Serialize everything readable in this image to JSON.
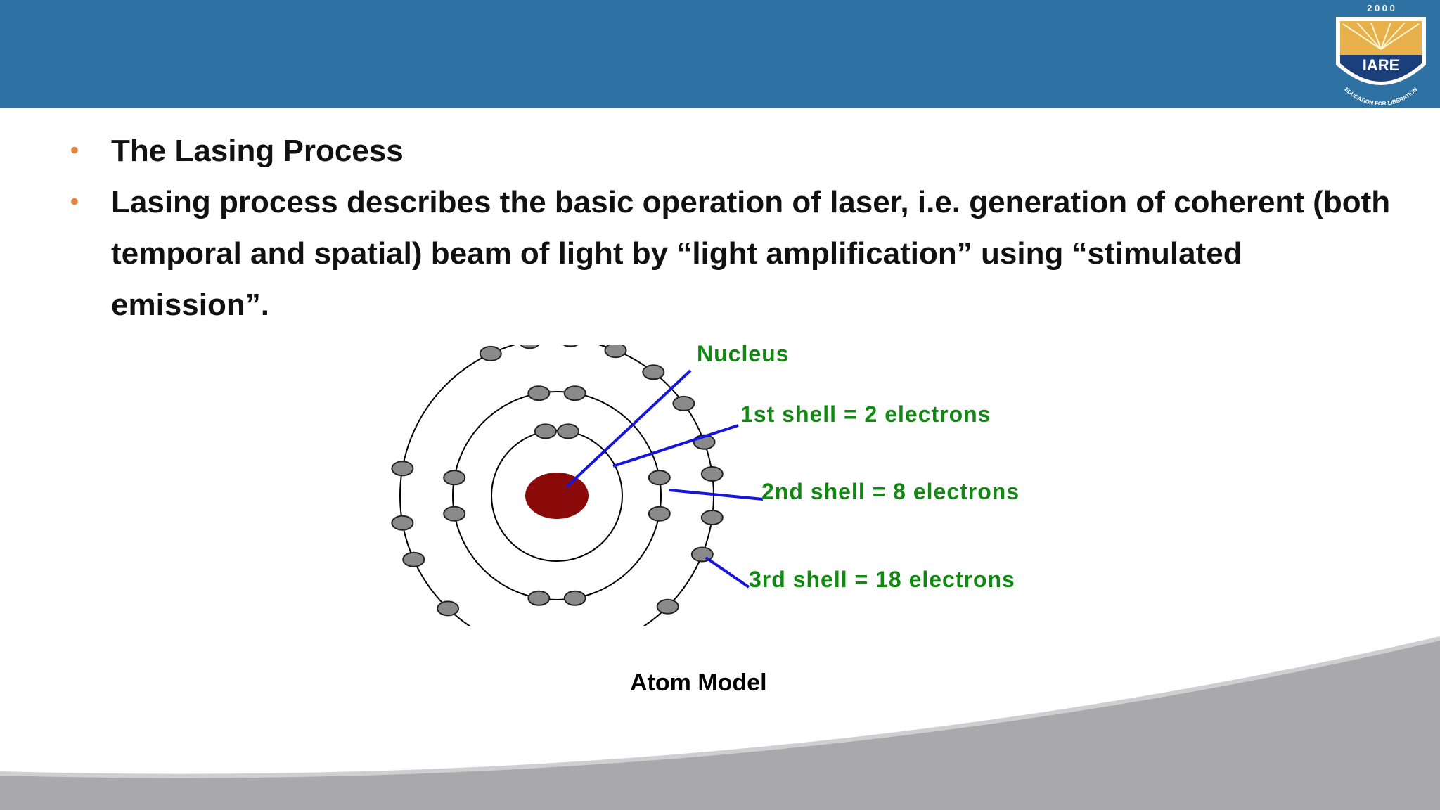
{
  "slide": {
    "bullets": [
      {
        "text": "The Lasing Process"
      },
      {
        "text": "Lasing process describes the basic operation of laser, i.e.  generation of coherent (both temporal and spatial) beam of  light by “light amplification” using “stimulated emission”."
      }
    ],
    "bullet_marker": "•",
    "caption": "Atom Model"
  },
  "logo": {
    "top_text": "2 0 0 0",
    "name": "IARE",
    "ring_text": "EDUCATION FOR LIBERATION"
  },
  "diagram": {
    "labels": {
      "nucleus": "Nucleus",
      "shell1": "1st shell = 2 electrons",
      "shell2": "2nd shell = 8 electrons",
      "shell3": "3rd shell = 18 electrons"
    },
    "shells": [
      {
        "name": "1st shell",
        "electrons": 2
      },
      {
        "name": "2nd shell",
        "electrons": 8
      },
      {
        "name": "3rd shell",
        "electrons": 18
      }
    ]
  },
  "colors": {
    "header": "#2e72a4",
    "bullet_marker": "#e8843a",
    "label_green": "#118811",
    "pointer_blue": "#1515dd",
    "nucleus": "#8b0a0a",
    "electron": "#8a8a8a",
    "footer_gray": "#a9a9ab"
  }
}
